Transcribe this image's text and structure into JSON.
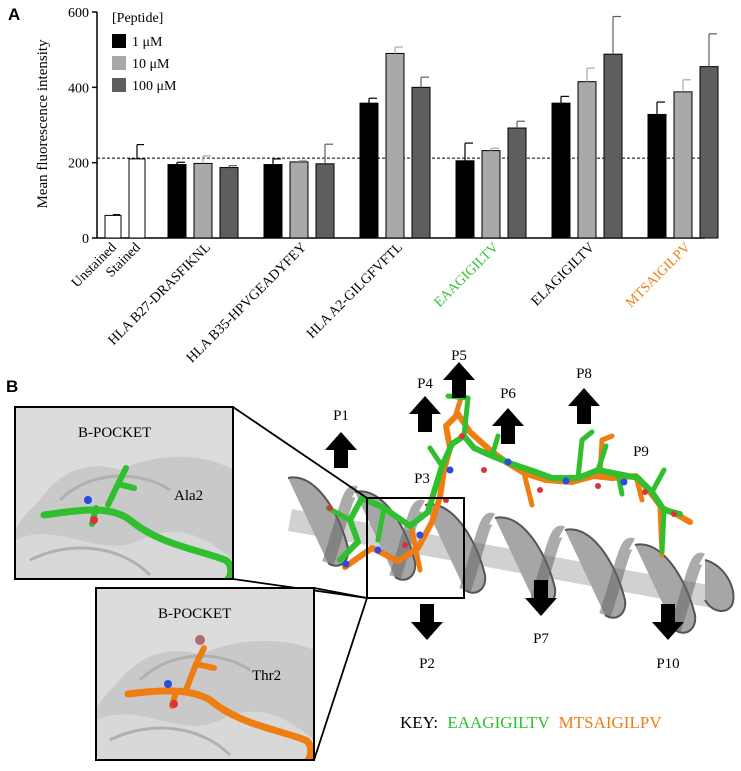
{
  "panel_a": {
    "letter": "A"
  },
  "panel_b": {
    "letter": "B",
    "insets": [
      {
        "pocket_label": "B-POCKET",
        "residue_label": "Ala2",
        "peptide_color": "#2fbf2f"
      },
      {
        "pocket_label": "B-POCKET",
        "residue_label": "Thr2",
        "peptide_color": "#ee7d12"
      }
    ],
    "positions_up": [
      "P1",
      "P3",
      "P4",
      "P5",
      "P6",
      "P8",
      "P9"
    ],
    "positions_down": [
      "P2",
      "P7",
      "P10"
    ],
    "key": {
      "prefix": "KEY:",
      "green_peptide": "EAAGIGILTV",
      "orange_peptide": "MTSAIGILPV"
    }
  },
  "colors": {
    "green": "#2fbf2f",
    "orange": "#ee7d12",
    "black": "#000000",
    "light_gray": "#a9a9a9",
    "dark_gray": "#5e5e5e"
  },
  "chart_data": {
    "type": "bar",
    "ylabel": "Mean fluorescence intensity",
    "ylim": [
      0,
      600
    ],
    "yticks": [
      "0",
      "200",
      "400",
      "600"
    ],
    "reference_line": 212,
    "legend": {
      "title": "[Peptide]",
      "entries": [
        "1 μM",
        "10 μM",
        "100 μM"
      ],
      "placement": "top-left"
    },
    "controls": [
      {
        "name": "Unstained",
        "value": 60,
        "error": 2,
        "fill": "#ffffff"
      },
      {
        "name": "Stained",
        "value": 210,
        "error": 38,
        "fill": "#ffffff"
      }
    ],
    "categories": [
      "HLA B27-DRASFIKNL",
      "HLA B35-HPVGEADYFEY",
      "HLA A2-GILGFVFTL",
      "EAAGIGILTV",
      "ELAGIGILTV",
      "MTSAIGILPV"
    ],
    "category_colors": [
      "#000000",
      "#000000",
      "#000000",
      "#2fbf2f",
      "#000000",
      "#ee7d12"
    ],
    "series": [
      {
        "name": "1 μM",
        "color": "#000000",
        "values": [
          195,
          195,
          358,
          205,
          358,
          328
        ],
        "errors": [
          6,
          15,
          13,
          47,
          18,
          33
        ]
      },
      {
        "name": "10 μM",
        "color": "#a9a9a9",
        "values": [
          198,
          202,
          490,
          232,
          415,
          388
        ],
        "errors": [
          20,
          4,
          17,
          6,
          36,
          32
        ]
      },
      {
        "name": "100 μM",
        "color": "#5e5e5e",
        "values": [
          187,
          197,
          400,
          292,
          488,
          455
        ],
        "errors": [
          5,
          52,
          27,
          18,
          100,
          87
        ]
      }
    ]
  }
}
